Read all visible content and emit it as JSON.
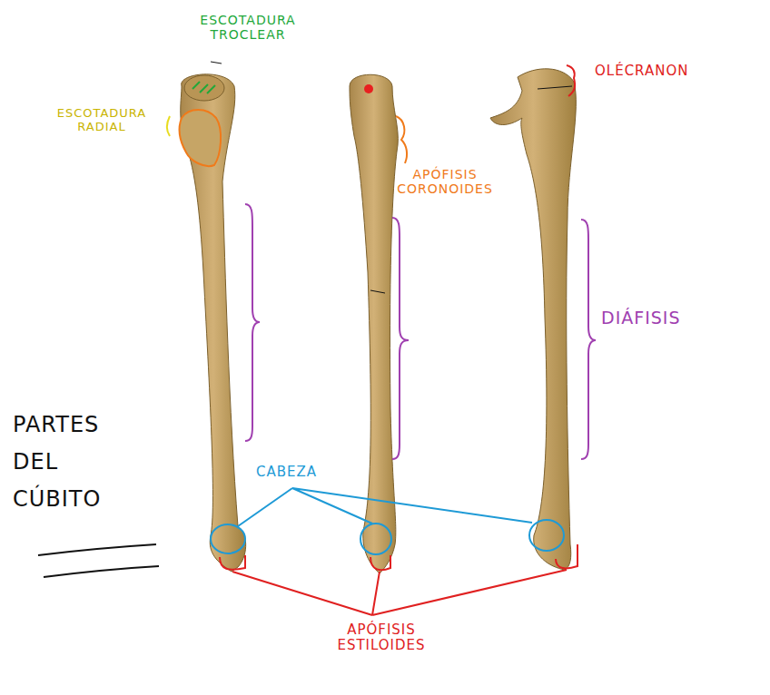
{
  "diagram": {
    "title": "PARTES DEL CÚBITO",
    "labels": [
      "ESCOTADURA TROCLEAR",
      "ESCOTADURA RADIAL",
      "OLÉCRANON",
      "APÓFISIS CORONOIDES",
      "DIÁFISIS",
      "CABEZA",
      "APÓFISIS ESTILOIDES"
    ]
  }
}
